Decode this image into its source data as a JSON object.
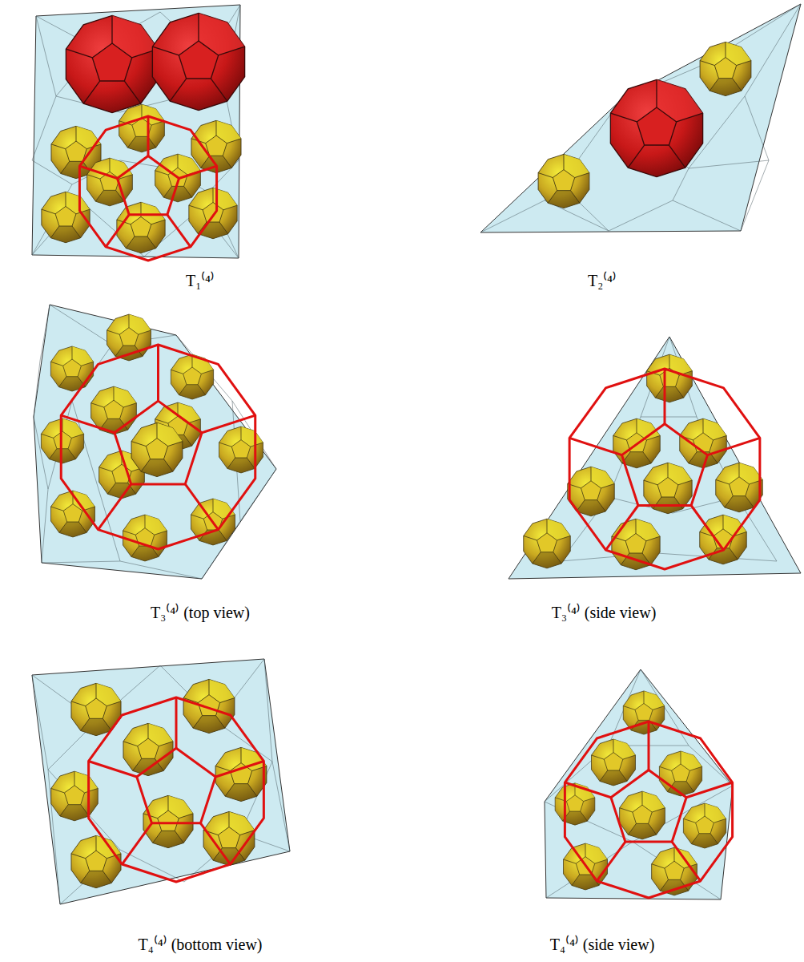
{
  "diagram": {
    "labels": [
      "T₁⁽⁴⁾",
      "T₂⁽⁴⁾",
      "T₃⁽⁴⁾ (top view)",
      "T₃⁽⁴⁾ (side view)",
      "T₄⁽⁴⁾ (bottom view)",
      "T₄⁽⁴⁾ (side view)"
    ]
  }
}
